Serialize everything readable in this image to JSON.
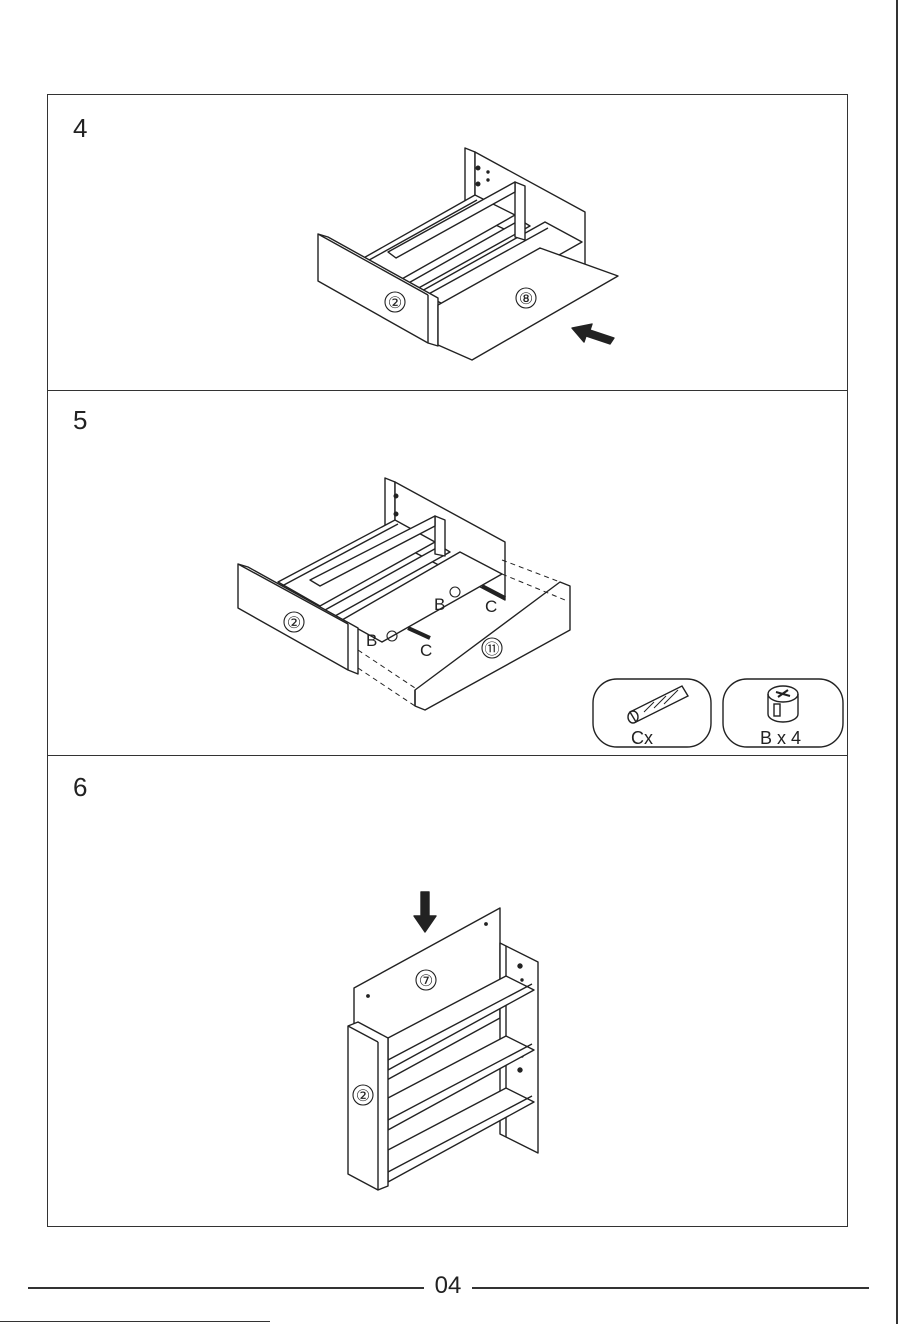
{
  "steps": [
    {
      "number": "4",
      "panels": [
        {
          "label": "②"
        },
        {
          "label": "⑧"
        }
      ],
      "arrow_icon": "push-arrow-icon"
    },
    {
      "number": "5",
      "panels": [
        {
          "label": "②"
        },
        {
          "label": "⑪"
        }
      ],
      "hardware_labels": [
        "B",
        "C",
        "B",
        "C"
      ],
      "parts": [
        {
          "icon": "dowel-icon",
          "caption": "Cx"
        },
        {
          "icon": "cam-lock-icon",
          "caption": "B x 4"
        }
      ]
    },
    {
      "number": "6",
      "panels": [
        {
          "label": "⑦"
        },
        {
          "label": "②"
        }
      ],
      "arrow_icon": "down-arrow-icon"
    }
  ],
  "footer": {
    "page_number": "04"
  }
}
